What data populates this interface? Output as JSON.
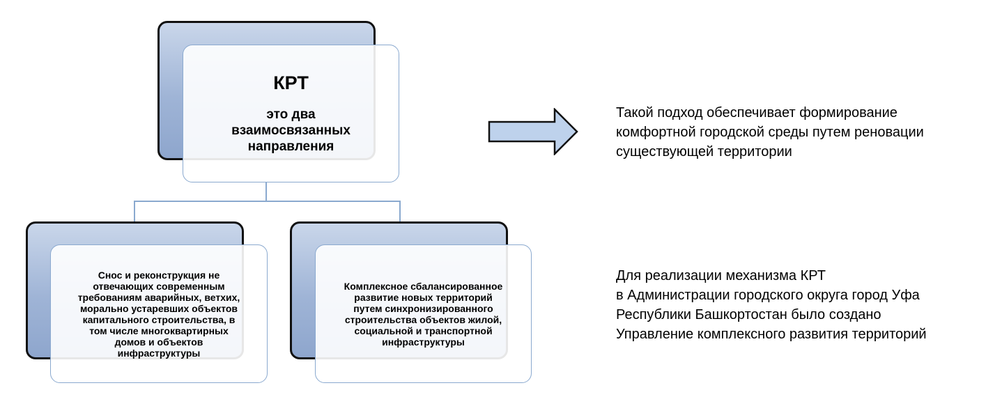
{
  "diagram": {
    "top": {
      "title": "КРТ",
      "subtitle": "это два взаимосвязанных направления"
    },
    "children": [
      {
        "text": "Снос и реконструкция не отвечающих современным требованиям аварийных, ветхих, морально устаревших объектов капитального строительства, в том числе многоквартирных домов и объектов инфраструктуры"
      },
      {
        "text": "Комплексное сбалансированное развитие новых территорий путем синхронизированного строительства объектов жилой, социальной и транспортной инфраструктуры"
      }
    ],
    "arrow_icon": "right-arrow-icon",
    "colors": {
      "box_fill": "#9fb4d6",
      "connector": "#8aa9cf",
      "arrow_fill": "#bed2ec"
    }
  },
  "notes": {
    "approach": "Такой подход обеспечивает формирование\nкомфортной городской среды путем реновации\nсуществующей территории",
    "implementation": "Для реализации механизма КРТ\nв Администрации городского округа город Уфа\nРеспублики Башкортостан было создано\nУправление комплексного развития территорий"
  }
}
